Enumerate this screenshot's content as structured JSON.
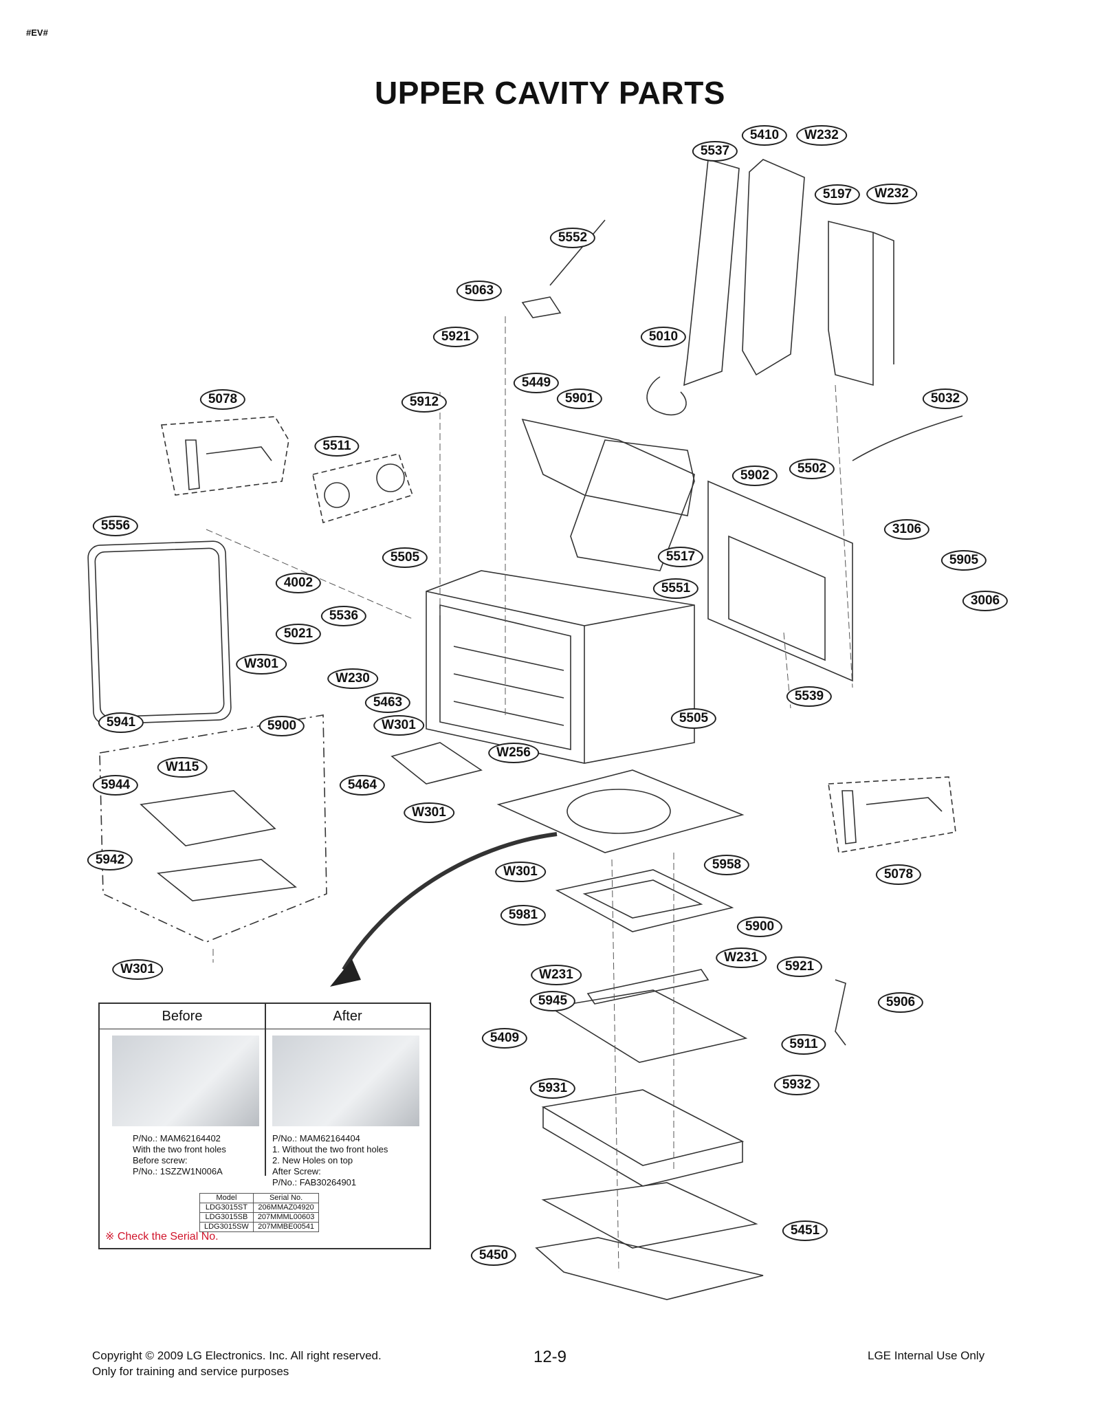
{
  "header": {
    "tag": "#EV#",
    "title": "UPPER CAVITY PARTS"
  },
  "part_labels": {
    "l5410": "5410",
    "lW232a": "W232",
    "l5537": "5537",
    "l5197": "5197",
    "lW232b": "W232",
    "l5552": "5552",
    "l5063": "5063",
    "l5921a": "5921",
    "l5010": "5010",
    "l5912": "5912",
    "l5449": "5449",
    "l5901": "5901",
    "l5078a": "5078",
    "l5032": "5032",
    "l5511": "5511",
    "l5902": "5902",
    "l5502": "5502",
    "l5556": "5556",
    "l3106": "3106",
    "l5505a": "5505",
    "l5517": "5517",
    "l5905": "5905",
    "l4002": "4002",
    "l5551": "5551",
    "l3006": "3006",
    "l5536": "5536",
    "l5021": "5021",
    "lW301a": "W301",
    "lW230": "W230",
    "l5539": "5539",
    "l5463": "5463",
    "l5505b": "5505",
    "l5941": "5941",
    "l5900a": "5900",
    "lW301b": "W301",
    "lW256": "W256",
    "lW115": "W115",
    "l5944": "5944",
    "l5464": "5464",
    "lW301c": "W301",
    "l5942": "5942",
    "l5958": "5958",
    "lW301d": "W301",
    "l5078b": "5078",
    "l5981": "5981",
    "l5900b": "5900",
    "lW231a": "W231",
    "lW301e": "W301",
    "lW231b": "W231",
    "l5921b": "5921",
    "l5945": "5945",
    "l5906": "5906",
    "l5409": "5409",
    "l5911": "5911",
    "l5931": "5931",
    "l5932": "5932",
    "l5451": "5451",
    "l5450": "5450"
  },
  "inset": {
    "before_label": "Before",
    "after_label": "After",
    "before_note": [
      "P/No.: MAM62164402",
      "With the two front holes",
      "Before screw:",
      "P/No.: 1SZZW1N006A"
    ],
    "after_note": [
      "P/No.: MAM62164404",
      "1. Without the two front holes",
      "2. New Holes on top",
      "After Screw:",
      "P/No.: FAB30264901"
    ],
    "serial_table": {
      "headers": [
        "Model",
        "Serial No."
      ],
      "rows": [
        [
          "LDG3015ST",
          "206MMAZ04920"
        ],
        [
          "LDG3015SB",
          "207MMML00603"
        ],
        [
          "LDG3015SW",
          "207MMBE00541"
        ]
      ]
    },
    "check_note": "※ Check the Serial No."
  },
  "footer": {
    "copyright": "Copyright © 2009 LG Electronics. Inc. All right reserved.",
    "training": "Only for training and service purposes",
    "page": "12-9",
    "internal": "LGE Internal Use Only"
  },
  "colors": {
    "ink": "#222222",
    "accent_red": "#d0132a"
  }
}
